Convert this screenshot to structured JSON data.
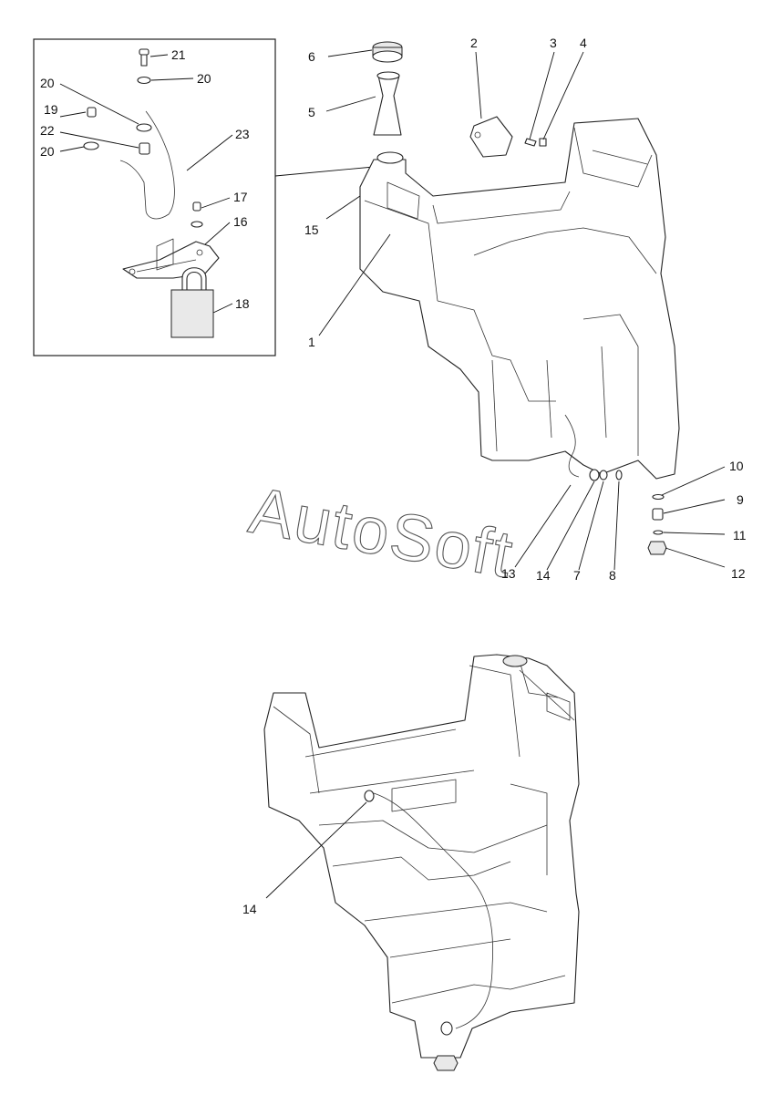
{
  "watermark": "AutoSoft",
  "callouts": {
    "c1": "1",
    "c2": "2",
    "c3": "3",
    "c4": "4",
    "c5": "5",
    "c6": "6",
    "c7": "7",
    "c8": "8",
    "c9": "9",
    "c10": "10",
    "c11": "11",
    "c12": "12",
    "c13": "13",
    "c14": "14",
    "c14b": "14",
    "c15": "15",
    "c16": "16",
    "c17": "17",
    "c18": "18",
    "c19": "19",
    "c20a": "20",
    "c20b": "20",
    "c20c": "20",
    "c21": "21",
    "c22": "22",
    "c23": "23"
  }
}
